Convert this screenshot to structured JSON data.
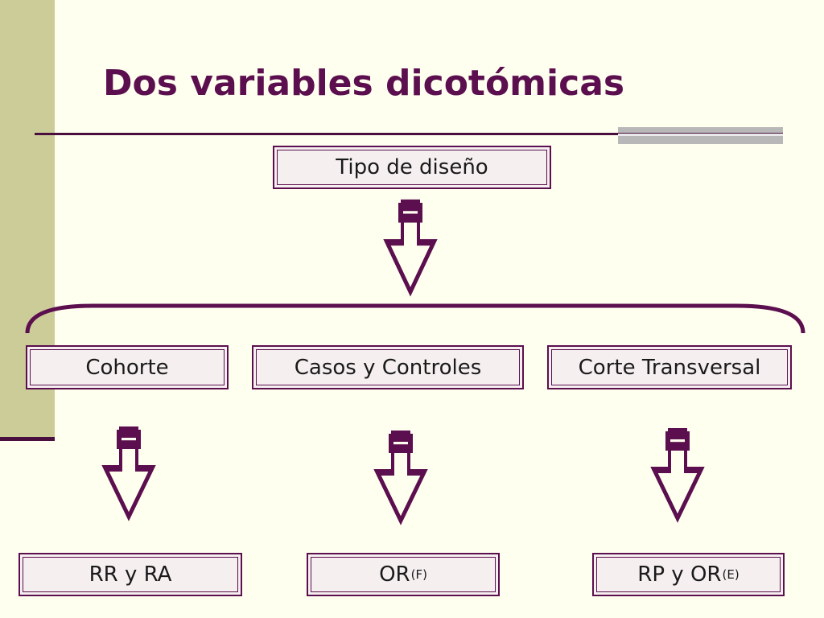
{
  "title": "Dos variables dicotómicas",
  "top_node": "Tipo de diseño",
  "designs": [
    {
      "label": "Cohorte"
    },
    {
      "label": "Casos y Controles"
    },
    {
      "label": "Corte Transversal"
    }
  ],
  "measures": [
    {
      "label": "RR y RA",
      "superscript": ""
    },
    {
      "label": "OR",
      "superscript": "(F)"
    },
    {
      "label": "RP y OR",
      "superscript": "(E)"
    }
  ],
  "colors": {
    "accent": "#5C0F4E",
    "sidebar": "#CCCC99",
    "background": "#FFFFF0",
    "box_fill": "#F5EFF0"
  }
}
